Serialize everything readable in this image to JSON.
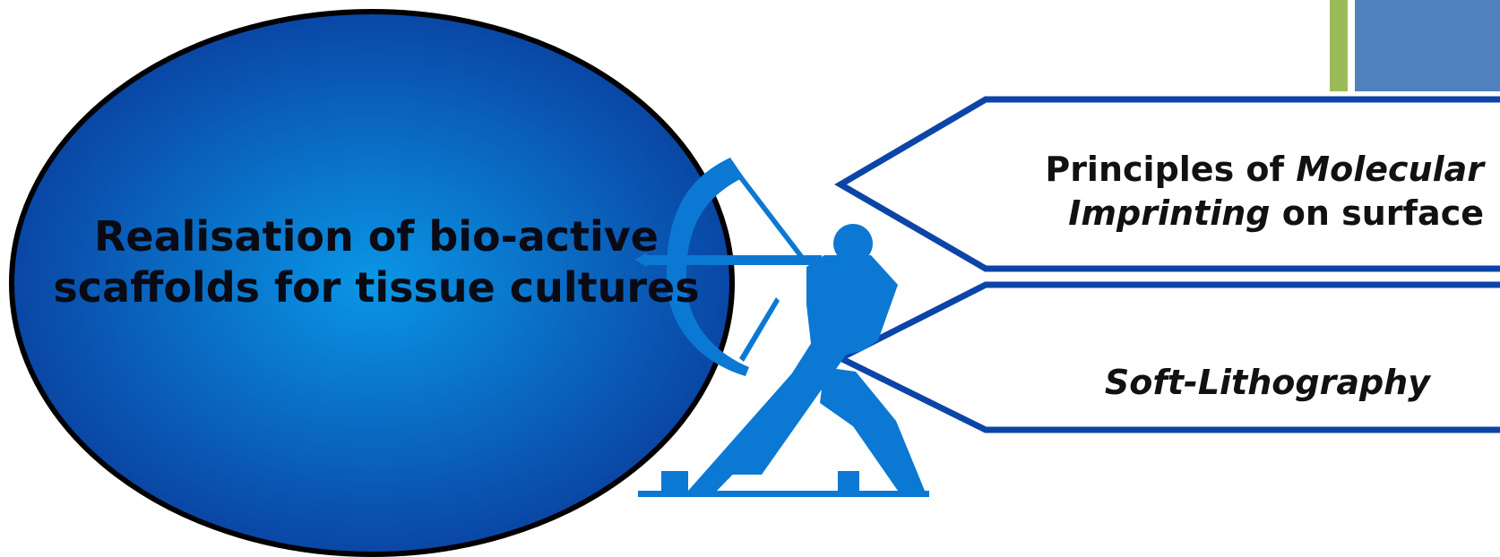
{
  "goal": {
    "line1": "Realisation of bio-active",
    "line2": "scaffolds for tissue cultures"
  },
  "methods": [
    {
      "prefix": "Principles of ",
      "emphasis1": "Molecular",
      "emphasis2": "Imprinting",
      "suffix": " on surface"
    },
    {
      "emphasis": "Soft-Lithography"
    }
  ],
  "icons": {
    "archer": "archer-icon",
    "corner_accent": "corner-accent-bars"
  },
  "colors": {
    "ellipse_center": "#0a8fe0",
    "ellipse_edge": "#0a3e9e",
    "ellipse_border": "#000000",
    "archer": "#0b78d4",
    "callout_border": "#0b45a8",
    "accent_green": "#9bbb59",
    "accent_blue": "#4f81bd"
  }
}
